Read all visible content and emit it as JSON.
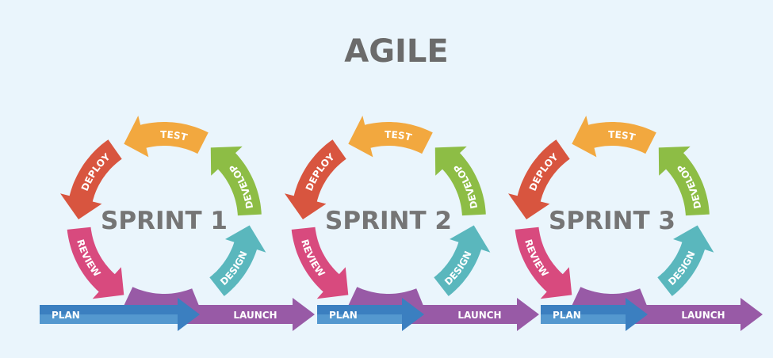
{
  "title": "AGILE",
  "phases": {
    "plan": "PLAN",
    "design": "DESIGN",
    "develop": "DEVELOP",
    "test": "TEST",
    "deploy": "DEPLOY",
    "review": "REVIEW",
    "launch": "LAUNCH"
  },
  "colors": {
    "background": "#eaf5fc",
    "plan": "#3b7fc0",
    "design": "#5ab7bd",
    "develop": "#8dbd45",
    "test": "#f2a83f",
    "deploy": "#d8553f",
    "review": "#d84a7e",
    "launch": "#985aa6",
    "text": "#757575"
  },
  "sprints": [
    {
      "label": "SPRINT 1"
    },
    {
      "label": "SPRINT 2"
    },
    {
      "label": "SPRINT 3"
    }
  ]
}
